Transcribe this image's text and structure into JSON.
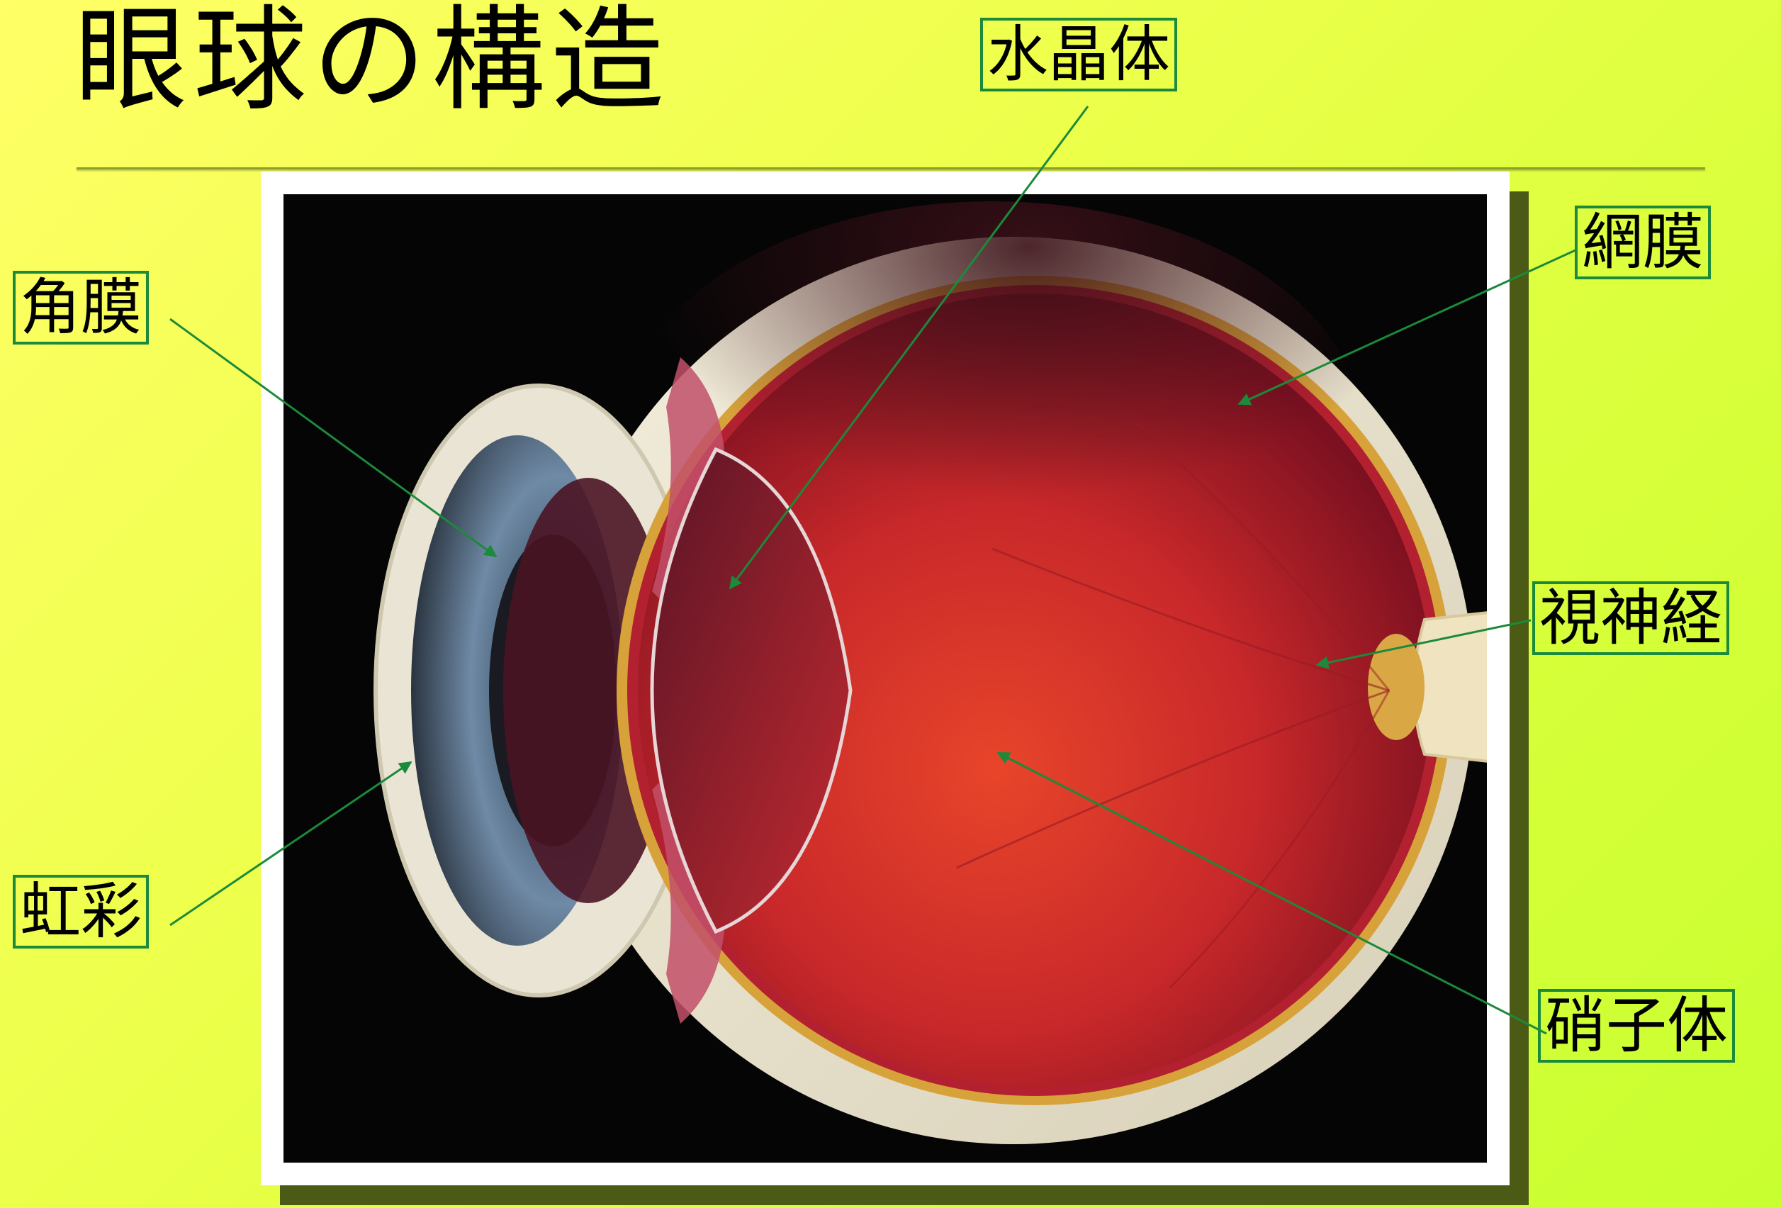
{
  "title": "眼球の構造",
  "labels": {
    "lens": "水晶体",
    "retina": "網膜",
    "cornea": "角膜",
    "optic_nerve": "視神経",
    "iris": "虹彩",
    "vitreous": "硝子体"
  },
  "colors": {
    "leader_line": "#1b8a3a",
    "label_border": "#1b8a3a",
    "background_top": "#ffff66",
    "background_bottom": "#c8ff30"
  }
}
